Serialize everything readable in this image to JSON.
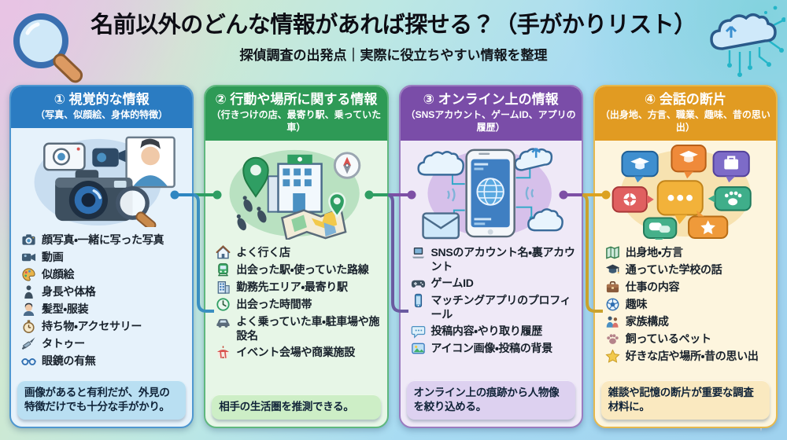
{
  "page": {
    "title": "名前以外のどんな情報があれば探せる？（手がかりリスト）",
    "subtitle": "探偵調査の出発点｜実際に役立ちやすい情報を整理"
  },
  "decor": {
    "top_left_icon": "magnifying-glass",
    "top_right_icon": "cloud-network",
    "bottom_right_icon": "sparkle"
  },
  "connectors": [
    {
      "between": "①-②",
      "left_dot": "#2e86c1",
      "right_dot": "#2f9e63",
      "line": "#3a8fc0"
    },
    {
      "between": "②-③",
      "left_dot": "#2f9e63",
      "right_dot": "#7d4fa5",
      "line": "#6a5aa0"
    },
    {
      "between": "③-④",
      "left_dot": "#7d4fa5",
      "right_dot": "#dca221",
      "line": "#c9a22e"
    }
  ],
  "columns": [
    {
      "number": "①",
      "title": "① 視覚的な情報",
      "subtitle": "（写真、似顔絵、身体的特徴）",
      "illustration": "camera-photos",
      "colors": {
        "header": "#2b7cc2",
        "body": "#e6f2fb",
        "footer": "#b9dff2",
        "border": "#4f97d0",
        "circle": "#c8ddf0"
      },
      "items": [
        {
          "icon": "camera",
          "label": "顔写真・一緒に写った写真"
        },
        {
          "icon": "video-camera",
          "label": "動画"
        },
        {
          "icon": "palette",
          "label": "似顔絵"
        },
        {
          "icon": "person",
          "label": "身長や体格"
        },
        {
          "icon": "hairstyle",
          "label": "髪型・服装"
        },
        {
          "icon": "pocket-watch",
          "label": "持ち物・アクセサリー"
        },
        {
          "icon": "tattoo-needle",
          "label": "タトゥー"
        },
        {
          "icon": "glasses",
          "label": "眼鏡の有無"
        }
      ],
      "footer": "画像があると有利だが、外見の特徴だけでも十分な手がかり。"
    },
    {
      "number": "②",
      "title": "② 行動や場所に関する情報",
      "subtitle": "（行きつけの店、最寄り駅、乗っていた車）",
      "illustration": "map-places",
      "colors": {
        "header": "#2e9a56",
        "body": "#e7f6e7",
        "footer": "#cdeec6",
        "border": "#5fb87e",
        "circle": "#b9e1c1"
      },
      "items": [
        {
          "icon": "house",
          "label": "よく行く店"
        },
        {
          "icon": "train",
          "label": "出会った駅・使っていた路線"
        },
        {
          "icon": "building",
          "label": "勤務先エリア・最寄り駅"
        },
        {
          "icon": "clock",
          "label": "出会った時間帯"
        },
        {
          "icon": "car",
          "label": "よく乗っていた車・駐車場や施設名"
        },
        {
          "icon": "circus-tent",
          "label": "イベント会場や商業施設"
        }
      ],
      "footer": "相手の生活圏を推測できる。"
    },
    {
      "number": "③",
      "title": "③ オンライン上の情報",
      "subtitle": "（SNSアカウント、ゲームID、アプリの履歴）",
      "illustration": "smartphone-online",
      "colors": {
        "header": "#7a4da8",
        "body": "#efe9f7",
        "footer": "#ddd1f0",
        "border": "#9a7cc0",
        "circle": "#d6c0ea"
      },
      "items": [
        {
          "icon": "laptop",
          "label": "SNSのアカウント名・裏アカウント"
        },
        {
          "icon": "gamepad",
          "label": "ゲームID"
        },
        {
          "icon": "smartphone",
          "label": "マッチングアプリのプロフィール"
        },
        {
          "icon": "speech-bubble",
          "label": "投稿内容・やり取り履歴"
        },
        {
          "icon": "image",
          "label": "アイコン画像・投稿の背景"
        }
      ],
      "footer": "オンライン上の痕跡から人物像を絞り込める。"
    },
    {
      "number": "④",
      "title": "④ 会話の断片",
      "subtitle": "（出身地、方言、職業、趣味、昔の思い出）",
      "illustration": "speech-bubbles",
      "colors": {
        "header": "#e19b22",
        "body": "#fdf5de",
        "footer": "#fae9c0",
        "border": "#e5b94f",
        "circle": "#f7e2b0"
      },
      "items": [
        {
          "icon": "map",
          "label": "出身地・方言"
        },
        {
          "icon": "graduation-cap",
          "label": "通っていた学校の話"
        },
        {
          "icon": "briefcase",
          "label": "仕事の内容"
        },
        {
          "icon": "ball",
          "label": "趣味"
        },
        {
          "icon": "family",
          "label": "家族構成"
        },
        {
          "icon": "paw",
          "label": "飼っているペット"
        },
        {
          "icon": "star",
          "label": "好きな店や場所・昔の思い出"
        }
      ],
      "footer": "雑談や記憶の断片が重要な調査材料に。"
    }
  ]
}
